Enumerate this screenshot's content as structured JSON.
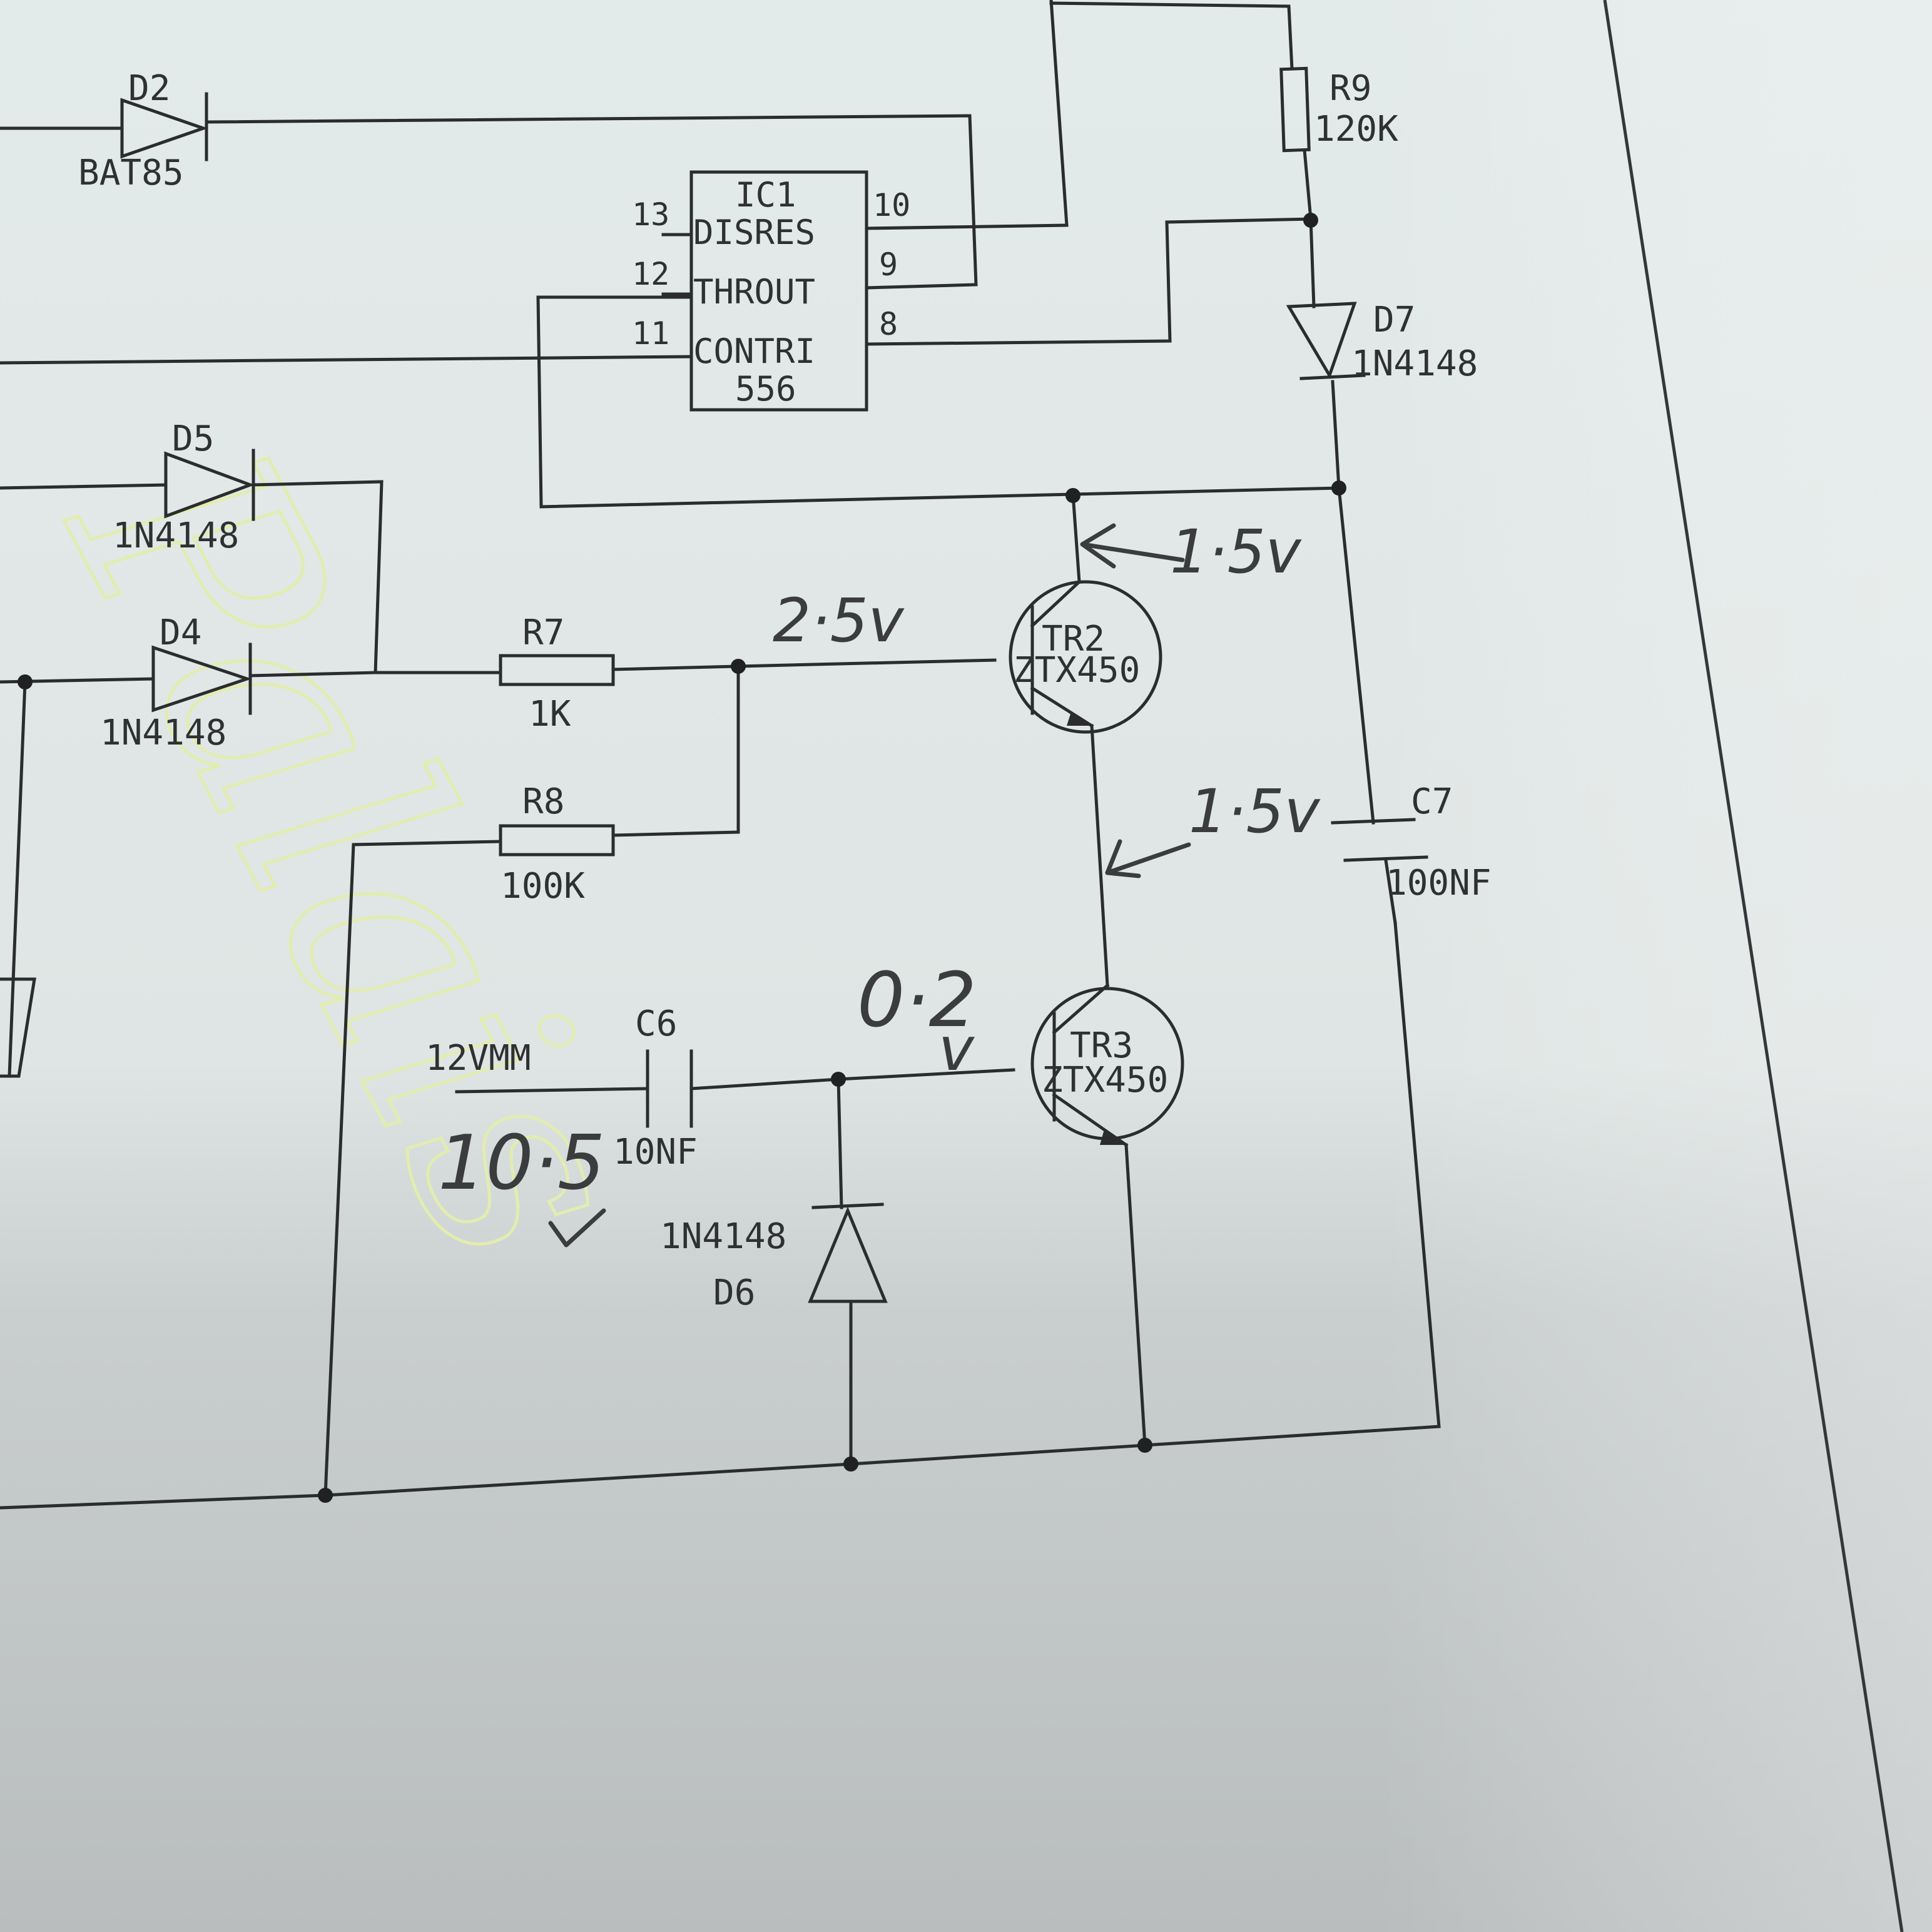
{
  "watermark": "Palais",
  "ic": {
    "ref": "IC1",
    "part": "556",
    "pins_left": [
      {
        "num": "13",
        "name": "DISRES"
      },
      {
        "num": "12",
        "name": "THROUT"
      },
      {
        "num": "11",
        "name": "CONTRI"
      }
    ],
    "pins_right": [
      "10",
      "9",
      "8"
    ]
  },
  "components": {
    "d2": {
      "ref": "D2",
      "value": "BAT85"
    },
    "d5": {
      "ref": "D5",
      "value": "1N4148"
    },
    "d4": {
      "ref": "D4",
      "value": "1N4148"
    },
    "d7": {
      "ref": "D7",
      "value": "1N4148"
    },
    "d6": {
      "ref": "D6",
      "value": "1N4148"
    },
    "r9": {
      "ref": "R9",
      "value": "120K"
    },
    "r7": {
      "ref": "R7",
      "value": "1K"
    },
    "r8": {
      "ref": "R8",
      "value": "100K"
    },
    "c7": {
      "ref": "C7",
      "value": "100NF"
    },
    "c6": {
      "ref": "C6",
      "value": "10NF"
    },
    "tr2": {
      "ref": "TR2",
      "value": "ZTX450"
    },
    "tr3": {
      "ref": "TR3",
      "value": "ZTX450"
    }
  },
  "net_labels": {
    "input": "12VMM"
  },
  "handwritten": {
    "tr2_collector": "1·5v",
    "tr2_base": "2·5v",
    "tr2_emitter": "1·5v",
    "tr3_base": "0·2",
    "tr3_base_unit": "v",
    "input_volts": "10·5"
  }
}
